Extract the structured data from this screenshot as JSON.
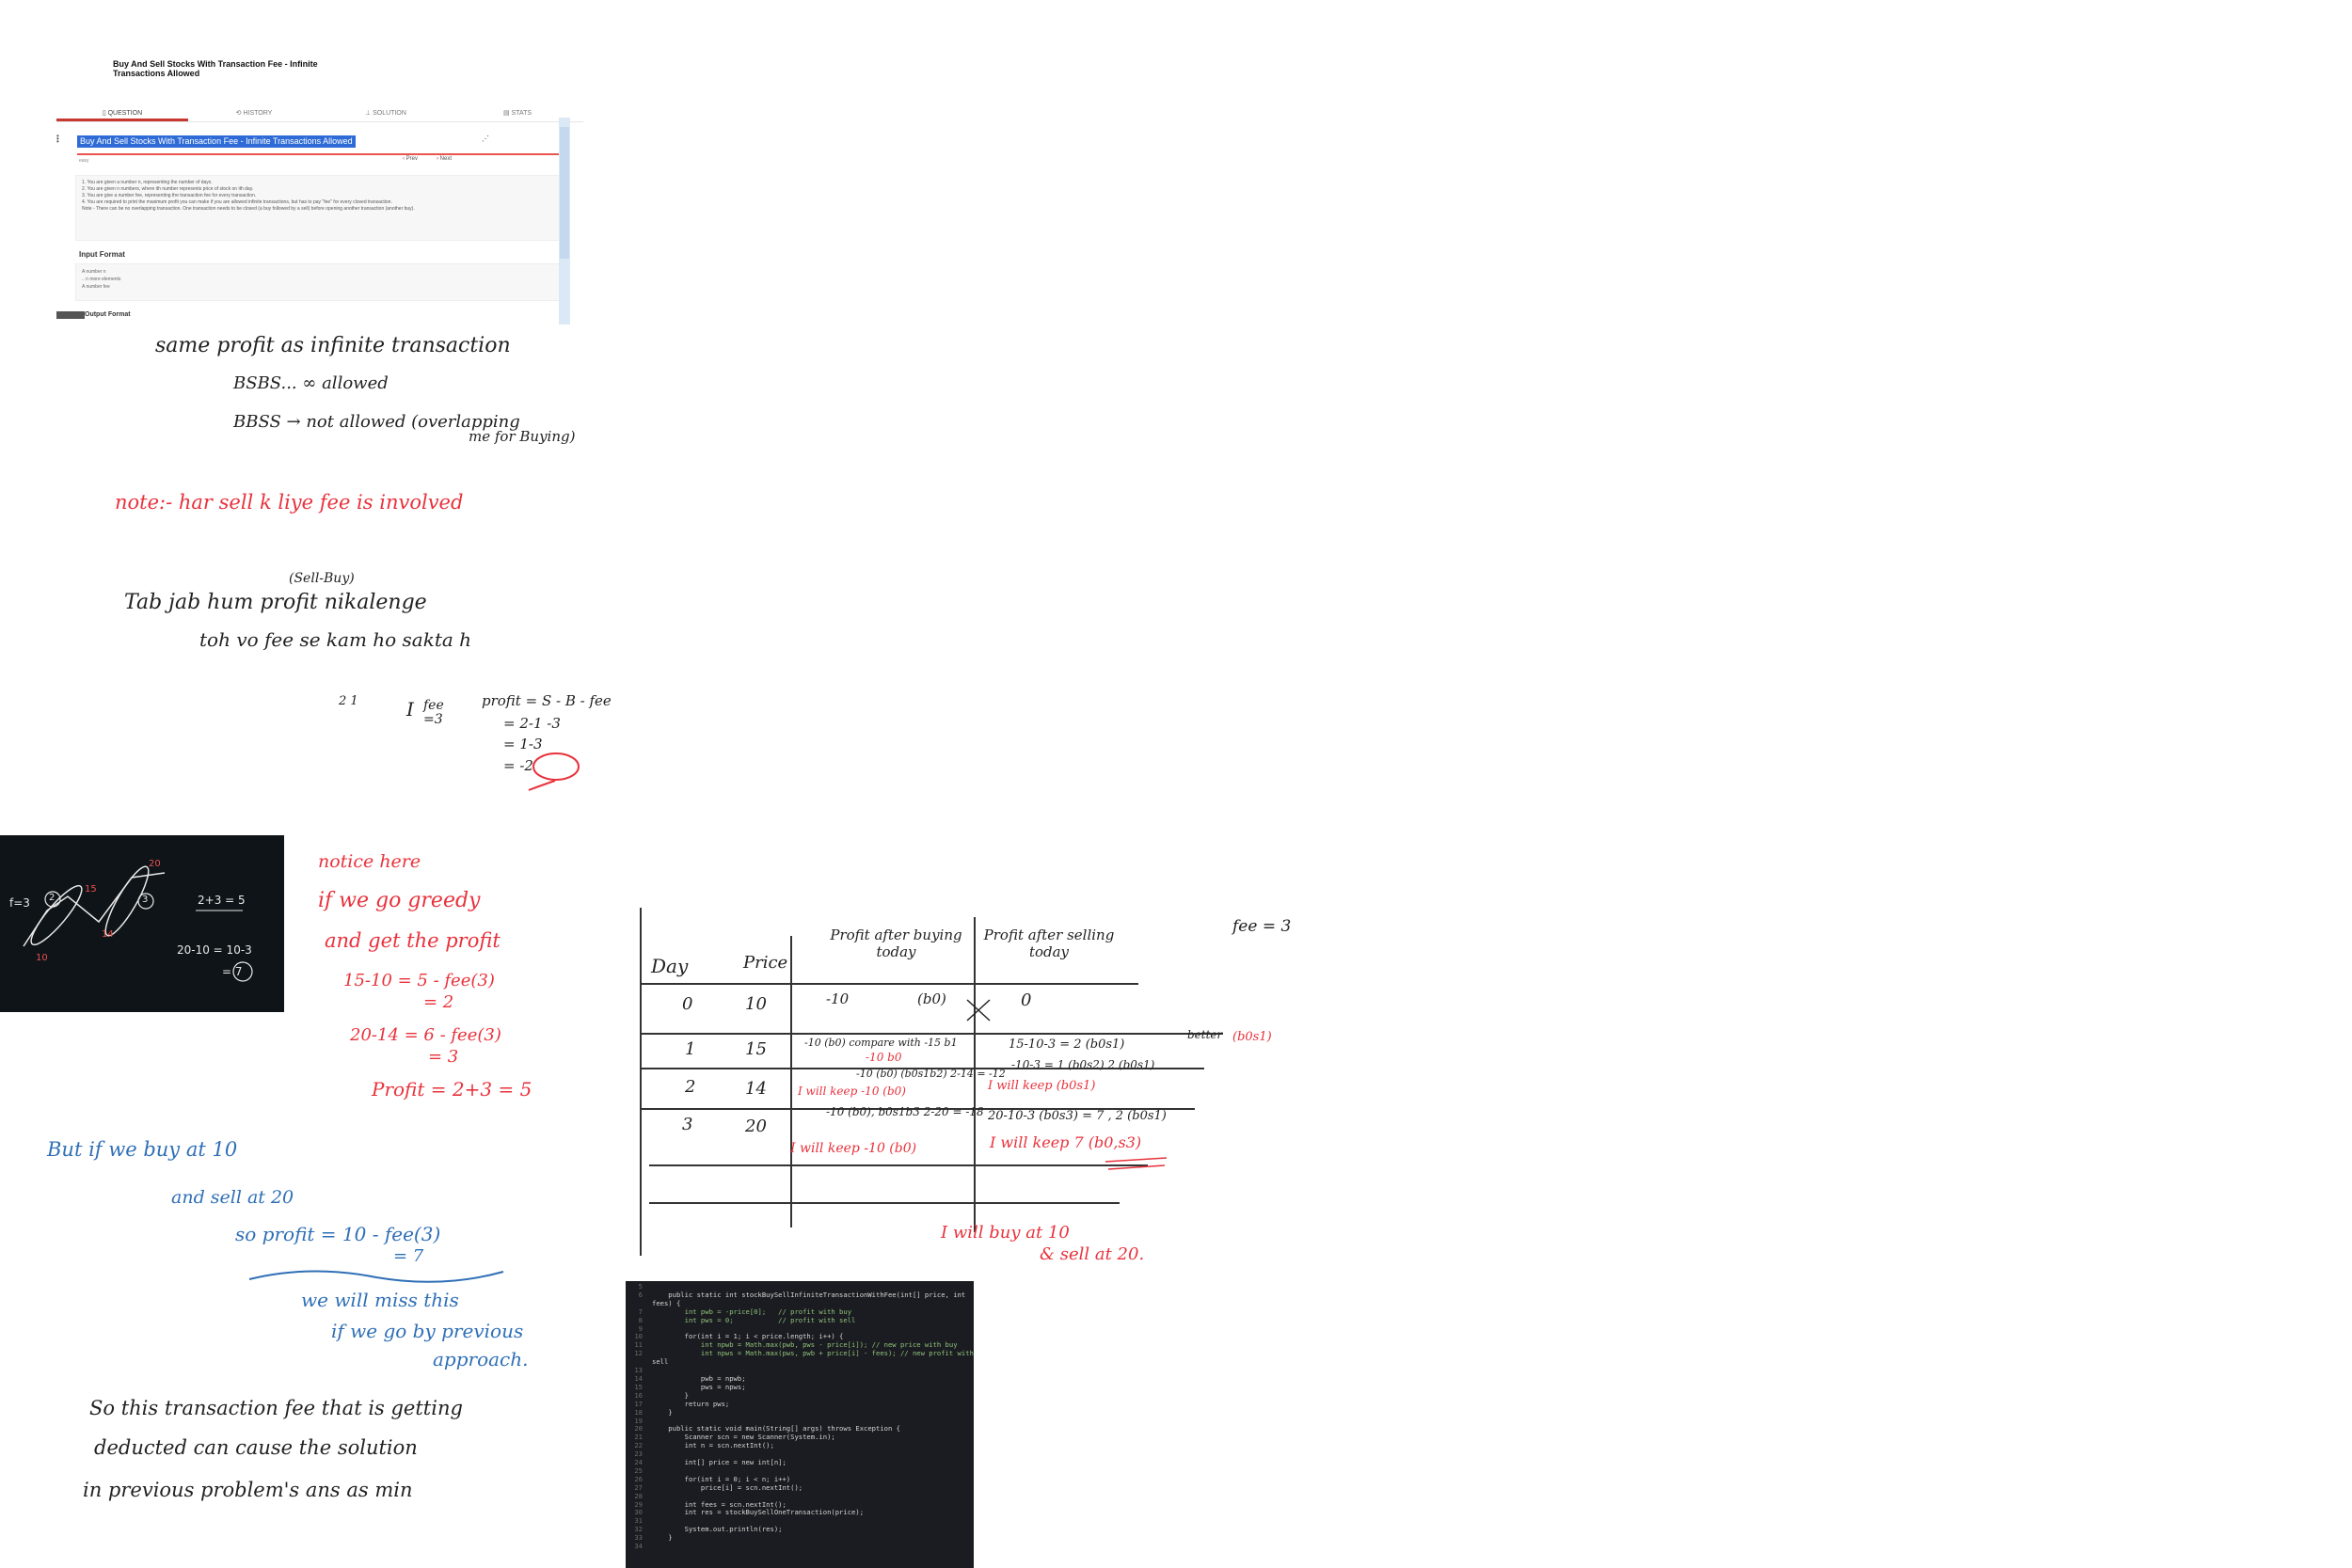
{
  "problem_panel": {
    "page_heading": "Buy And Sell Stocks With Transaction Fee - Infinite Transactions Allowed",
    "tabs": [
      {
        "label": "QUESTION",
        "icon": "question-icon",
        "active": true
      },
      {
        "label": "HISTORY",
        "icon": "history-icon",
        "active": false
      },
      {
        "label": "SOLUTION",
        "icon": "solution-icon",
        "active": false
      },
      {
        "label": "STATS",
        "icon": "stats-icon",
        "active": false
      }
    ],
    "title": "Buy And Sell Stocks With Transaction Fee - Infinite Transactions Allowed",
    "meta": "easy",
    "prev_label": "Prev",
    "next_label": "Next",
    "statement": [
      "1. You are given a number n, representing the number of days.",
      "2. You are given n numbers, where ith number represents price of stock on ith day.",
      "3. You are give a number fee, representing the transaction fee for every transaction.",
      "4. You are required to print the maximum profit you can make if you are allowed infinite transactions, but has to pay \"fee\" for every closed transaction.",
      "Note - There can be no overlapping transaction. One transaction needs to be closed (a buy followed by a sell) before opening another transaction (another buy)."
    ],
    "input_format_heading": "Input Format",
    "input_format_lines": [
      "A number n",
      ".. n more elements",
      "A number fee"
    ],
    "output_format_heading": "Output Format"
  },
  "notes_black_1": [
    "same profit as infinite transaction",
    "BSBS... ∞   allowed",
    "BBSS  → not allowed (overlapping",
    "me for Buying)"
  ],
  "note_red": "note:- har sell k liye fee is involved",
  "notes_black_2": {
    "sell_buy": "(Sell-Buy)",
    "line1": "Tab jab hum profit nikalenge",
    "line2": "toh vo fee se kam ho sakta h"
  },
  "mini_example": {
    "prices": "2  1",
    "fee_label": "fee",
    "fee": "=3",
    "calc": [
      "profit = S - B - fee",
      "= 2-1 -3",
      "= 1-3",
      "= -2"
    ]
  },
  "sketch_panel": {
    "labels": [
      "f=3",
      "10",
      "15",
      "14",
      "20",
      "2",
      "3",
      "2+3 = 5",
      "20-10 = 10-3",
      "= 7"
    ]
  },
  "notes_red_greedy": [
    "notice here",
    "if we go greedy",
    "and get the profit",
    "15-10 = 5 - fee(3)",
    "= 2",
    "20-14 = 6 - fee(3)",
    "= 3",
    "Profit = 2+3 = 5"
  ],
  "notes_blue": [
    "But if we buy at 10",
    "and sell at 20",
    "so profit = 10 - fee(3)",
    "= 7",
    "we will miss this",
    "if we go by previous",
    "approach."
  ],
  "notes_black_3": [
    "So this transaction fee that is getting",
    "deducted can cause the solution",
    "in previous problem's ans as min"
  ],
  "dp_table": {
    "fee_label": "fee = 3",
    "headers": [
      "Day",
      "Price",
      "Profit after buying today",
      "Profit after selling today"
    ],
    "rows": [
      {
        "day": "0",
        "price": "10",
        "buy": "-10",
        "buy_note": "(b0)",
        "sell": "0"
      },
      {
        "day": "1",
        "price": "15",
        "buy": "-10 (b0)  compare with -15 b1",
        "buy_note": "-10 b0",
        "sell": "15-10-3 = 2 (b0s1)"
      },
      {
        "day": "2",
        "price": "14",
        "buy": "-10 (b0)  (b0s1b2) 2-14 = -12",
        "buy_note": "I will keep -10 (b0)",
        "sell": "-10-3 = 1 (b0s2)  2 (b0s1)"
      },
      {
        "day": "3",
        "price": "20",
        "buy": "-10 (b0),  b0s1b3 2-20 = -18",
        "buy_note": "I will keep -10 (b0)",
        "sell": "20-10-3 (b0s3) = 7  ,  2 (b0s1)"
      }
    ],
    "annotations": [
      "I will keep (b0s1)",
      "better",
      "(b0s1)",
      "I will keep 7 (b0,s3)",
      "I will buy at 10",
      "& sell at 20."
    ]
  },
  "code": [
    {
      "n": "5",
      "t": ""
    },
    {
      "n": "6",
      "t": "    public static int stockBuySellInfiniteTransactionWithFee(int[] price, int"
    },
    {
      "n": "",
      "t": "fees) {"
    },
    {
      "n": "7",
      "t": "        int pwb = -price[0];   // profit with buy"
    },
    {
      "n": "8",
      "t": "        int pws = 0;           // profit with sell"
    },
    {
      "n": "9",
      "t": ""
    },
    {
      "n": "10",
      "t": "        for(int i = 1; i < price.length; i++) {"
    },
    {
      "n": "11",
      "t": "            int npwb = Math.max(pwb, pws - price[i]); // new price with buy"
    },
    {
      "n": "12",
      "t": "            int npws = Math.max(pws, pwb + price[i] - fees); // new profit with"
    },
    {
      "n": "",
      "t": "sell"
    },
    {
      "n": "13",
      "t": ""
    },
    {
      "n": "14",
      "t": "            pwb = npwb;"
    },
    {
      "n": "15",
      "t": "            pws = npws;"
    },
    {
      "n": "16",
      "t": "        }"
    },
    {
      "n": "17",
      "t": "        return pws;"
    },
    {
      "n": "18",
      "t": "    }"
    },
    {
      "n": "19",
      "t": ""
    },
    {
      "n": "20",
      "t": "    public static void main(String[] args) throws Exception {"
    },
    {
      "n": "21",
      "t": "        Scanner scn = new Scanner(System.in);"
    },
    {
      "n": "22",
      "t": "        int n = scn.nextInt();"
    },
    {
      "n": "23",
      "t": ""
    },
    {
      "n": "24",
      "t": "        int[] price = new int[n];"
    },
    {
      "n": "25",
      "t": ""
    },
    {
      "n": "26",
      "t": "        for(int i = 0; i < n; i++)"
    },
    {
      "n": "27",
      "t": "            price[i] = scn.nextInt();"
    },
    {
      "n": "28",
      "t": ""
    },
    {
      "n": "29",
      "t": "        int fees = scn.nextInt();"
    },
    {
      "n": "30",
      "t": "        int res = stockBuySellOneTransaction(price);"
    },
    {
      "n": "31",
      "t": ""
    },
    {
      "n": "32",
      "t": "        System.out.println(res);"
    },
    {
      "n": "33",
      "t": "    }"
    },
    {
      "n": "34",
      "t": ""
    }
  ],
  "colors": {
    "ink_red": "#e8323c",
    "ink_blue": "#2f6fb6",
    "ink_black": "#222222",
    "title_bg": "#2e6bd6",
    "code_bg": "#1b1c21"
  }
}
